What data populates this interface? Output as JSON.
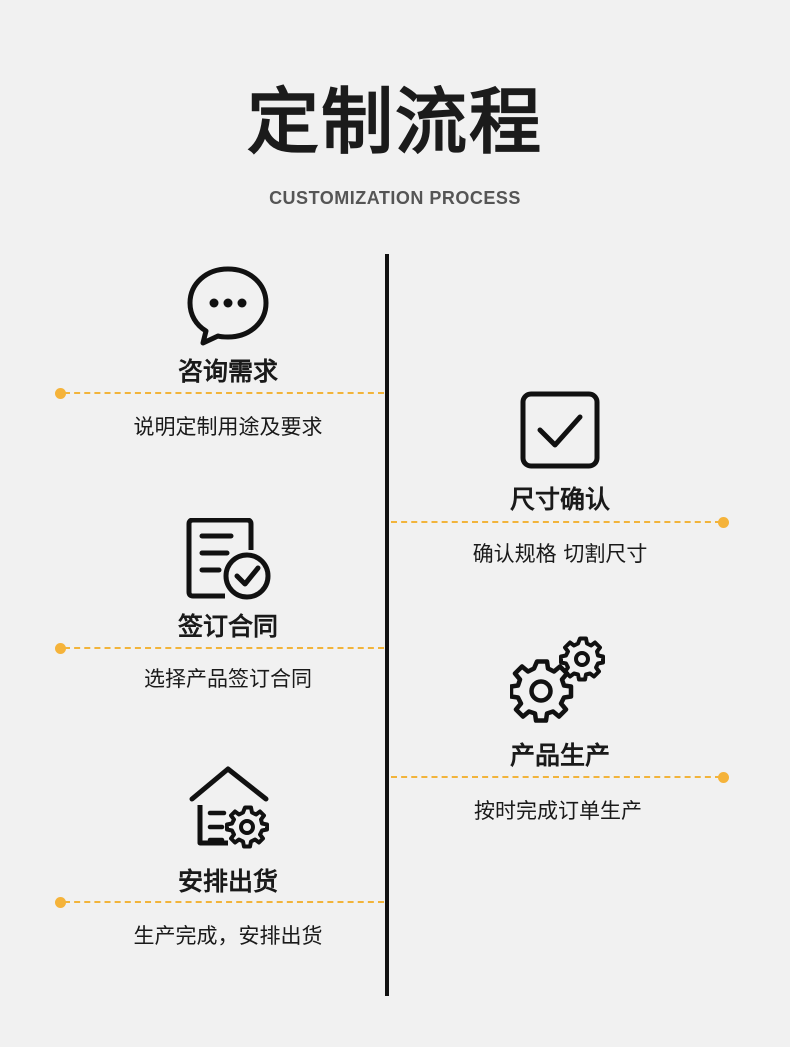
{
  "title": "定制流程",
  "subtitle": "CUSTOMIZATION PROCESS",
  "accent_color": "#f5b33a",
  "steps": [
    {
      "heading": "咨询需求",
      "description": "说明定制用途及要求",
      "icon": "chat-bubble-icon"
    },
    {
      "heading": "尺寸确认",
      "description": "确认规格 切割尺寸",
      "icon": "checkbox-icon"
    },
    {
      "heading": "签订合同",
      "description": "选择产品签订合同",
      "icon": "contract-document-icon"
    },
    {
      "heading": "产品生产",
      "description": "按时完成订单生产",
      "icon": "gears-icon"
    },
    {
      "heading": "安排出货",
      "description": "生产完成，安排出货",
      "icon": "warehouse-gear-icon"
    }
  ]
}
